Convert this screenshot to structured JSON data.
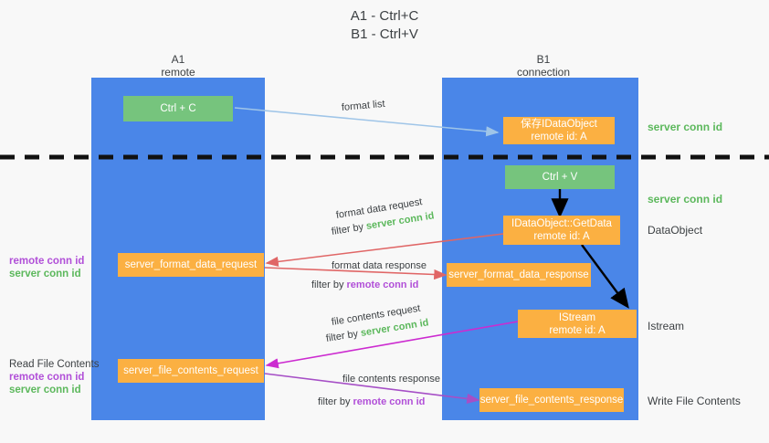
{
  "title": {
    "line1": "A1 - Ctrl+C",
    "line2": "B1 - Ctrl+V"
  },
  "colors": {
    "lane": "#4a86e8",
    "node_green": "#76c47d",
    "node_orange": "#fbb042",
    "server_conn": "#5cb85c",
    "remote_conn": "#b14fd8",
    "arrow_blue": "#9fc5e8",
    "arrow_red": "#e06666",
    "arrow_magenta": "#cc2bd0",
    "arrow_purple": "#a64fc6",
    "arrow_black": "#000000",
    "divider": "#111111"
  },
  "columns": [
    {
      "name": "A1",
      "sub": "remote"
    },
    {
      "name": "B1",
      "sub": "connection"
    }
  ],
  "nodes": {
    "ctrl_c": "Ctrl + C",
    "ctrl_v": "Ctrl + V",
    "save_idataobject_l1": "保存IDataObject",
    "save_idataobject_l2": "remote id: A",
    "getdata_l1": "IDataObject::GetData",
    "getdata_l2": "remote id: A",
    "istream_l1": "IStream",
    "istream_l2": "remote id: A",
    "server_format_data_request": "server_format_data_request",
    "server_format_data_response": "server_format_data_response",
    "server_file_contents_request": "server_file_contents_request",
    "server_file_contents_response": "server_file_contents_response"
  },
  "right_labels": {
    "server_conn_id_top": "server conn id",
    "server_conn_id_mid": "server conn id",
    "dataobject": "DataObject",
    "istream": "Istream",
    "write_file_contents": "Write File Contents"
  },
  "left_labels": {
    "remote_conn_id_1": "remote conn id",
    "server_conn_id_1": "server conn id",
    "read_file_contents": "Read File Contents",
    "remote_conn_id_2": "remote conn id",
    "server_conn_id_2": "server conn id"
  },
  "edges": {
    "format_list": "format list",
    "format_data_request": "format data request",
    "format_data_request_filter_prefix": "filter by ",
    "format_data_request_filter_value": "server conn id",
    "format_data_response": "format data response",
    "format_data_response_filter_prefix": "filter by ",
    "format_data_response_filter_value": "remote conn id",
    "file_contents_request": "file contents request",
    "file_contents_request_filter_prefix": "filter by ",
    "file_contents_request_filter_value": "server conn id",
    "file_contents_response": "file contents response",
    "file_contents_response_filter_prefix": "filter by ",
    "file_contents_response_filter_value": "remote conn id"
  }
}
